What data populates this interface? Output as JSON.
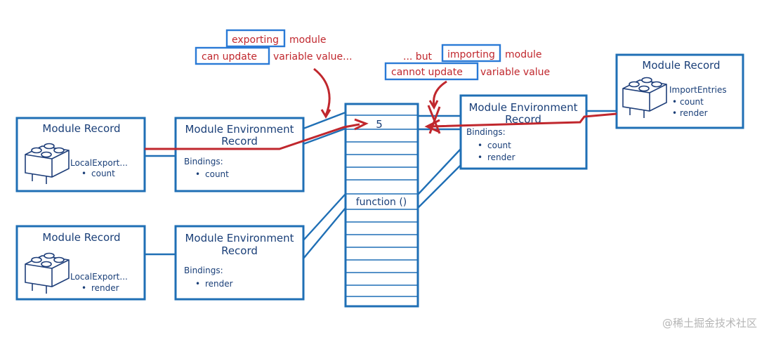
{
  "annotations": {
    "exporting": {
      "word1": "exporting",
      "rest1": "module",
      "word2": "can update",
      "rest2": "variable value..."
    },
    "importing": {
      "prefix": "... but",
      "word1": "importing",
      "rest1": "module",
      "word2": "cannot update",
      "rest2": "variable value"
    }
  },
  "module_records": [
    {
      "title": "Module Record",
      "entries_label": "LocalExport...",
      "entries": [
        "count"
      ]
    },
    {
      "title": "Module Record",
      "entries_label": "LocalExport...",
      "entries": [
        "render"
      ]
    },
    {
      "title": "Module Record",
      "entries_label": "ImportEntries",
      "entries": [
        "count",
        "render"
      ]
    }
  ],
  "environment_records": [
    {
      "title_line1": "Module Environment",
      "title_line2": "Record",
      "bindings_label": "Bindings:",
      "bindings": [
        "count"
      ]
    },
    {
      "title_line1": "Module Environment",
      "title_line2": "Record",
      "bindings_label": "Bindings:",
      "bindings": [
        "render"
      ]
    },
    {
      "title_line1": "Module Environment",
      "title_line2": "Record",
      "bindings_label": "Bindings:",
      "bindings": [
        "count",
        "render"
      ]
    }
  ],
  "memory": {
    "cell_value": "5",
    "function_label": "function ()"
  },
  "watermark": "@稀土掘金技术社区",
  "colors": {
    "box_stroke": "#1f6fb5",
    "annotation_red": "#c0272d",
    "highlight_blue": "#2a7ad6"
  }
}
